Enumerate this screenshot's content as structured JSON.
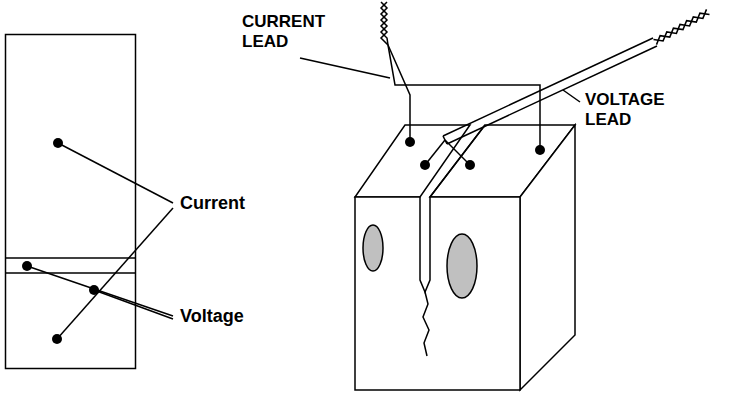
{
  "diagram": {
    "labels": [
      "CURRENT LEAD",
      "VOLTAGE LEAD",
      "Current",
      "Voltage"
    ]
  }
}
